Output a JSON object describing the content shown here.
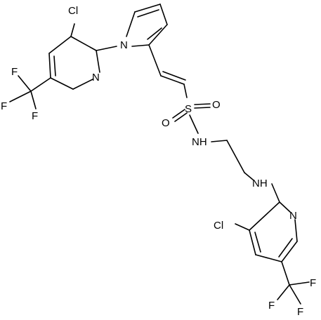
{
  "structure": {
    "atoms": {
      "cl_top": "Cl",
      "n_pyrrole": "N",
      "n_pyridine_top": "N",
      "f_top_1": "F",
      "f_top_2": "F",
      "f_top_3": "F",
      "s": "S",
      "o_1": "O",
      "o_2": "O",
      "nh_sulfonamide": "NH",
      "nh_amine": "NH",
      "n_pyridine_bottom": "N",
      "cl_bottom": "Cl",
      "f_bottom_1": "F",
      "f_bottom_2": "F",
      "f_bottom_3": "F"
    }
  }
}
